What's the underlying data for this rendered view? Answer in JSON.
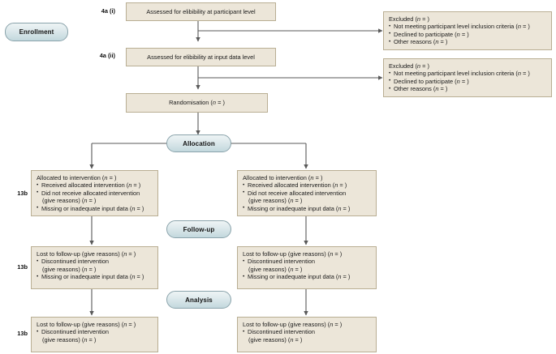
{
  "diagram": {
    "title": "CONSORT-style participant flow diagram",
    "colors": {
      "box_fill": "#ece6d9",
      "box_border": "#b9ae93",
      "pill_border": "#8aa3ab",
      "pill_fill_top": "#eef4f5",
      "pill_fill_bottom": "#c3d8dd",
      "connector": "#5a5a5a",
      "background": "#ffffff"
    }
  },
  "stages": {
    "enrollment": "Enrollment",
    "allocation": "Allocation",
    "followup": "Follow-up",
    "analysis": "Analysis"
  },
  "markers": {
    "assessed_participant": "4a (i)",
    "assessed_input": "4a (ii)",
    "allocated_left": "13b",
    "followup_left": "13b",
    "analysis_left": "13b"
  },
  "boxes": {
    "assessed_participant": {
      "header": "Assessed for elibibility at participant level"
    },
    "assessed_input": {
      "header": "Assessed for elibibility at input data level"
    },
    "randomisation": {
      "header": "Randomisation (n = )"
    },
    "excluded_participant": {
      "header": "Excluded (n = )",
      "items": [
        "Not meeting participant level inclusion criteria (n = )",
        "Declined to participate (n = )",
        "Other reasons (n = )"
      ]
    },
    "excluded_input": {
      "header": "Excluded (n = )",
      "items": [
        "Not meeting participant level inclusion criteria (n = )",
        "Declined to participate (n = )",
        "Other reasons (n = )"
      ]
    },
    "allocated_left": {
      "header": "Allocated to intervention (n = )",
      "items": [
        "Received allocated intervention (n = )",
        "Did not receive allocated intervention",
        "Missing or inadequate input data (n = )"
      ],
      "continuations": {
        "item2": "(give reasons) (n = )"
      }
    },
    "allocated_right": {
      "header": "Allocated to intervention (n = )",
      "items": [
        "Received allocated intervention (n = )",
        "Did not receive allocated intervention",
        "Missing or inadequate input data (n = )"
      ],
      "continuations": {
        "item2": "(give reasons) (n = )"
      }
    },
    "followup_left": {
      "header": "Lost to follow-up (give reasons) (n = )",
      "items": [
        "Discontinued intervention",
        "Missing or inadequate input data (n = )"
      ],
      "continuations": {
        "item1": "(give reasons) (n = )"
      }
    },
    "followup_right": {
      "header": "Lost to follow-up (give reasons) (n = )",
      "items": [
        "Discontinued intervention",
        "Missing or inadequate input data (n = )"
      ],
      "continuations": {
        "item1": "(give reasons) (n = )"
      }
    },
    "analysis_left": {
      "header": "Lost to follow-up (give reasons) (n = )",
      "items": [
        "Discontinued intervention"
      ],
      "continuations": {
        "item1": "(give reasons) (n = )"
      }
    },
    "analysis_right": {
      "header": "Lost to follow-up (give reasons) (n = )",
      "items": [
        "Discontinued intervention"
      ],
      "continuations": {
        "item1": "(give reasons) (n = )"
      }
    }
  }
}
